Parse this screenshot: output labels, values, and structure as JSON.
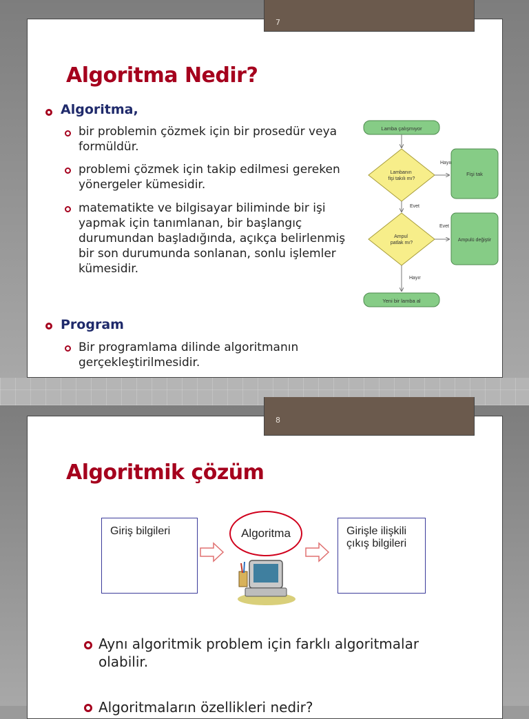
{
  "slide1": {
    "number": "7",
    "title": "Algoritma Nedir?",
    "sections": [
      {
        "heading": "Algoritma,",
        "items": [
          "bir problemin çözmek için bir prosedür veya formüldür.",
          "problemi çözmek için takip edilmesi gereken yönergeler kümesidir.",
          "matematikte ve bilgisayar biliminde bir işi yapmak için tanımlanan, bir başlangıç durumundan başladığında, açıkça belirlenmiş bir son durumunda sonlanan, sonlu işlemler kümesidir."
        ]
      },
      {
        "heading": "Program",
        "items": [
          "Bir programlama dilinde algoritmanın gerçekleştirilmesidir."
        ]
      }
    ],
    "flowchart": {
      "start": "Lamba çalışmıyor",
      "decision1": "Lambanın fişi takılı mı?",
      "decision1_no": "Hayır",
      "action1": "Fişi tak",
      "decision1_yes": "Evet",
      "decision2": "Ampul patlak mı?",
      "decision2_yes": "Evet",
      "action2": "Ampulü değiştir",
      "decision2_no": "Hayır",
      "end": "Yeni bir lamba al"
    }
  },
  "slide2": {
    "number": "8",
    "title": "Algoritmik çözüm",
    "diagram": {
      "input_box": "Giriş bilgileri",
      "center": "Algoritma",
      "output_box": "Girişle ilişkili çıkış bilgileri"
    },
    "bullets": [
      "Aynı algoritmik problem için farklı algoritmalar olabilir.",
      "Algoritmaların özellikleri nedir?"
    ]
  },
  "colors": {
    "accent": "#a5001d",
    "heading": "#1f2a6b",
    "tab": "#6b5a4d",
    "flow_fill_decision": "#f7ee8a",
    "flow_fill_action": "#86cc86"
  }
}
